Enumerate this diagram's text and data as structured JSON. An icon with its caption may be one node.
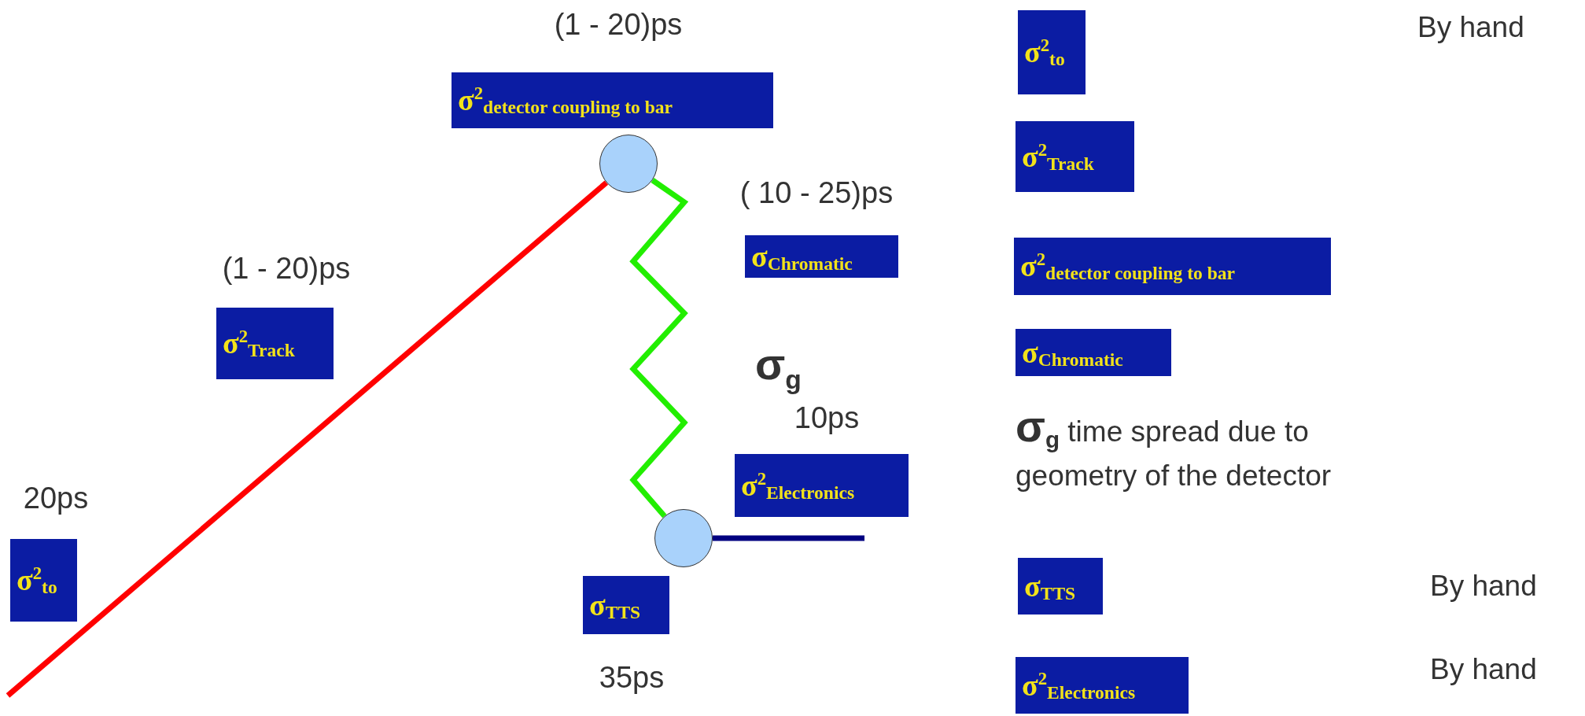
{
  "diagram": {
    "nodes": [
      {
        "text": [
          "σ$^{2}$$_{detector coupling to bar}$"
        ],
        "beside": [
          "(1 - 20)ps"
        ]
      },
      {
        "text": [],
        "shape": "circle"
      },
      {
        "text": [
          "σ$_{Chromatic}$"
        ],
        "beside": [
          "( 10 - 25)ps"
        ]
      },
      {
        "text": [
          "σ$^{2}$$_{Track}$"
        ],
        "beside": [
          "(1 - 20)ps"
        ]
      },
      {
        "text": [
          "σ$^{2}$$_{to}$"
        ],
        "beside": [
          "20ps"
        ]
      },
      {
        "text": [],
        "shape": "circle"
      },
      {
        "text": [
          "σ$^{2}$$_{Electronics}$"
        ],
        "beside": [
          "10ps"
        ]
      },
      {
        "text": [
          "σ$_{TTS}$"
        ],
        "beside": [
          "35ps"
        ]
      },
      {
        "text": [
          "σ$^{2}$$_{to}$"
        ]
      },
      {
        "text": [
          "σ$^{2}$$_{Track}$"
        ]
      },
      {
        "text": [
          "σ$^{2}$$_{detector coupling to bar}$"
        ]
      },
      {
        "text": [
          "σ$_{Chromatic}$"
        ]
      },
      {
        "text": [
          "σ$_{TTS}$"
        ]
      },
      {
        "text": [
          "σ$^{2}$$_{Electronics}$"
        ]
      }
    ],
    "edges": [
      {
        "from": null,
        "to": 1,
        "arrow": "none",
        "color": "#ff0000"
      },
      {
        "from": 1,
        "to": 5,
        "arrow": "none",
        "color": "#22ee00"
      },
      {
        "from": 5,
        "to": null,
        "arrow": "none",
        "color": "#000080"
      }
    ],
    "labels": [
      "By hand",
      "σ$_{g}$",
      "**σ**$_{g}$ time spread due to geometry of the detector",
      "By hand",
      "By hand"
    ]
  }
}
